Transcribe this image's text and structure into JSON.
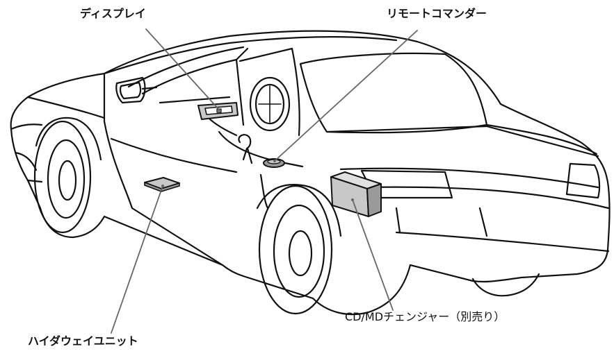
{
  "labels": {
    "display": "ディスプレイ",
    "remote_commander": "リモートコマンダー",
    "highway_unit": "ハイダウェイユニット",
    "cdmd_changer": "CD/MDチェンジャー（別売り）"
  },
  "colors": {
    "line": "#111111",
    "leader": "#666666",
    "component_fill": "#c8c8c8",
    "component_dark": "#9a9a9a"
  }
}
